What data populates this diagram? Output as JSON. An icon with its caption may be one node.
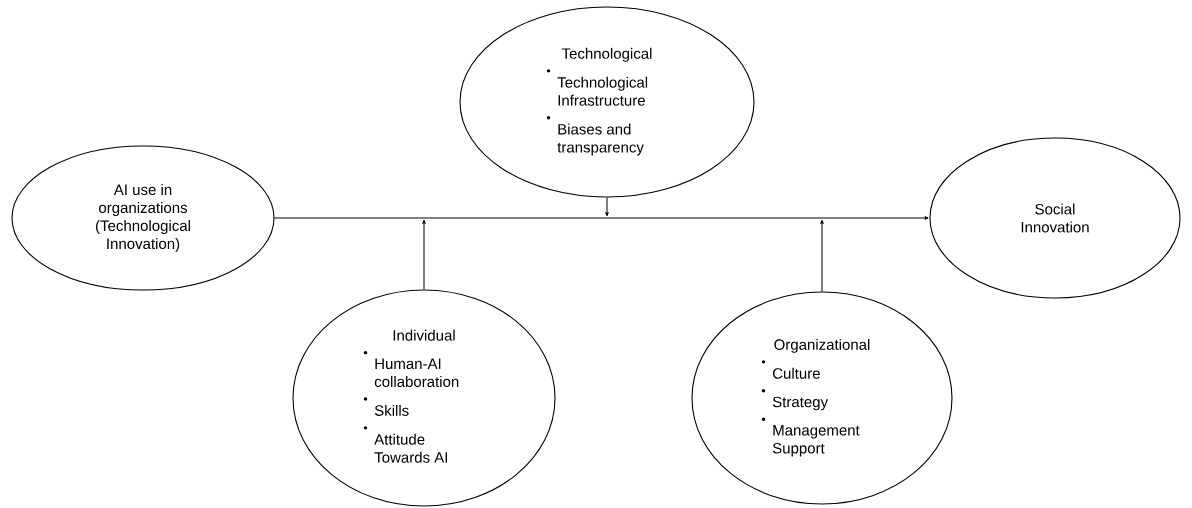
{
  "diagram": {
    "nodes": [
      {
        "text": [
          "AI use in organizations (Technological Innovation)"
        ]
      },
      {
        "text": [
          "Social Innovation"
        ]
      },
      {
        "text": [
          "Technological",
          "Technological Infrastructure",
          "Biases and transparency"
        ]
      },
      {
        "text": [
          "Individual",
          "Human-AI collaboration",
          "Skills",
          "Attitude Towards AI"
        ]
      },
      {
        "text": [
          "Organizational",
          "Culture",
          "Strategy",
          "Management Support"
        ]
      }
    ],
    "edges": [
      {
        "from": 0,
        "to": 1,
        "arrow": "to"
      },
      {
        "from": 2,
        "to": null,
        "arrow": "to"
      },
      {
        "from": 3,
        "to": null,
        "arrow": "to"
      },
      {
        "from": 4,
        "to": null,
        "arrow": "to"
      }
    ]
  }
}
